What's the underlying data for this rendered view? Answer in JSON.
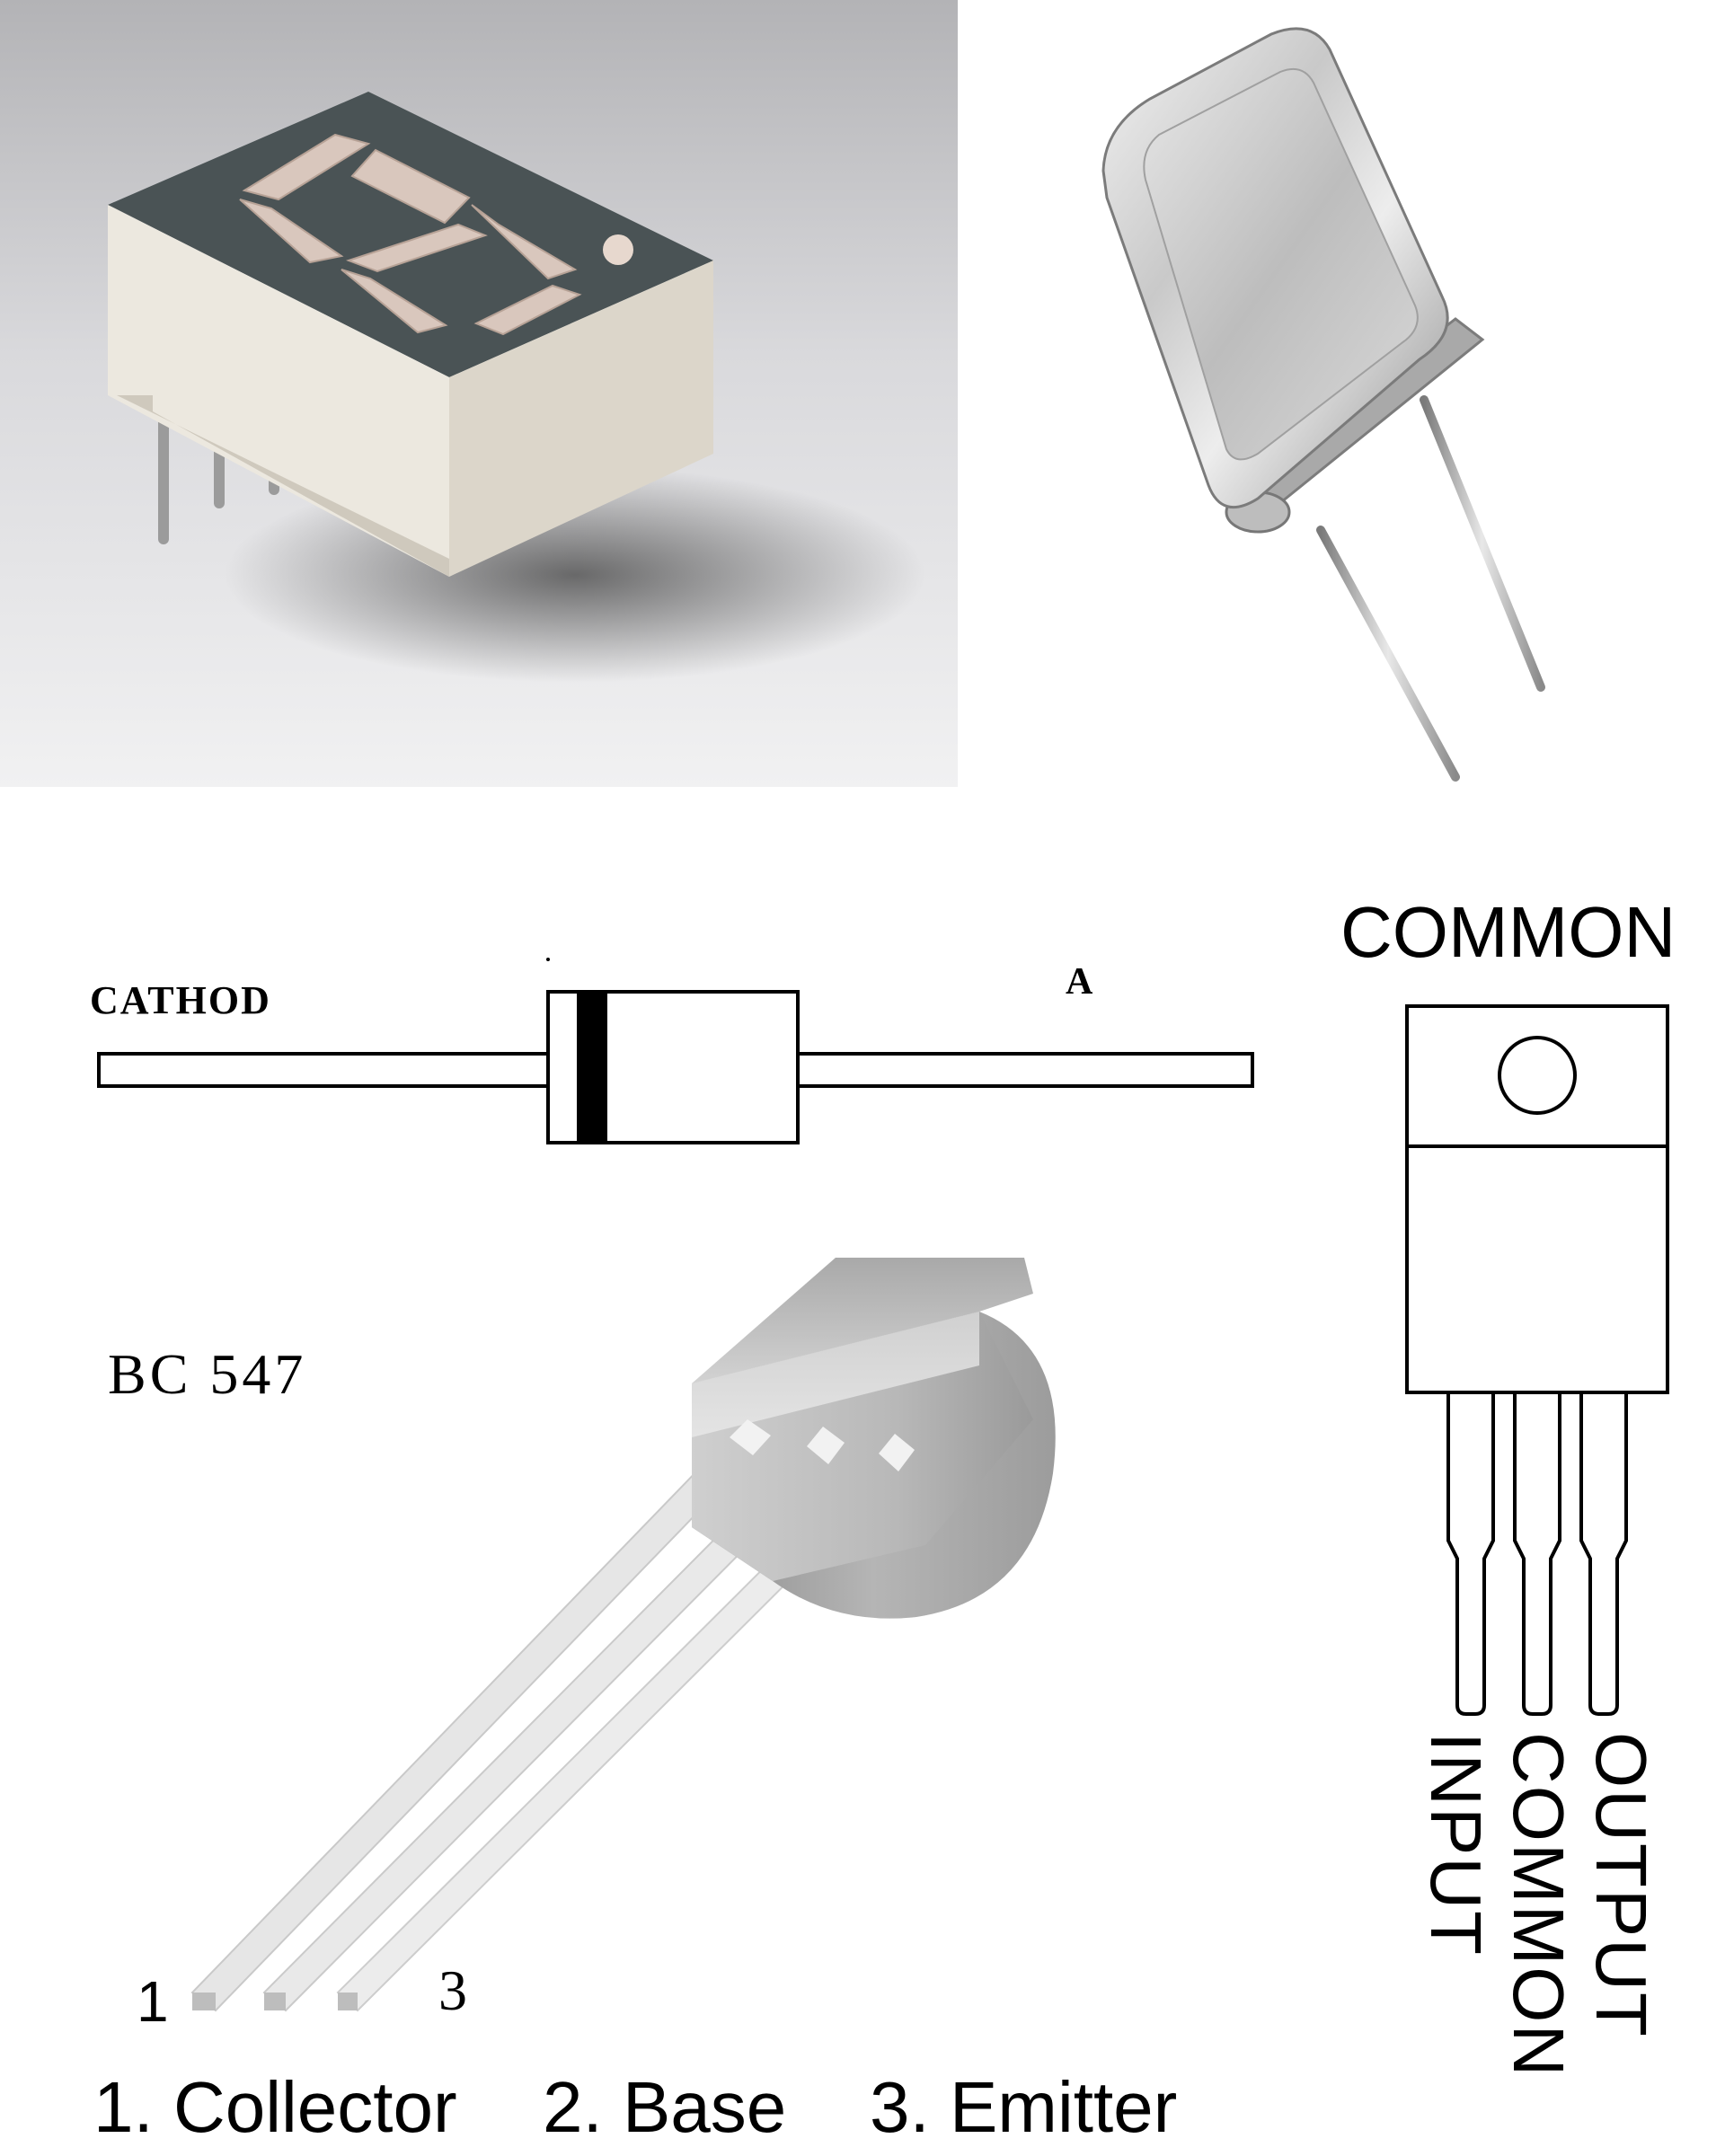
{
  "diode": {
    "cathode_label": "CATHOD",
    "anode_label": "A"
  },
  "regulator": {
    "top_label": "COMMON",
    "pin_labels": [
      "INPUT",
      "COMMON",
      "OUTPUT"
    ]
  },
  "transistor": {
    "model_label": "BC 547",
    "pin_number_left": "1",
    "pin_number_right": "3",
    "legend": [
      "1. Collector",
      "2. Base",
      "3. Emitter"
    ]
  }
}
